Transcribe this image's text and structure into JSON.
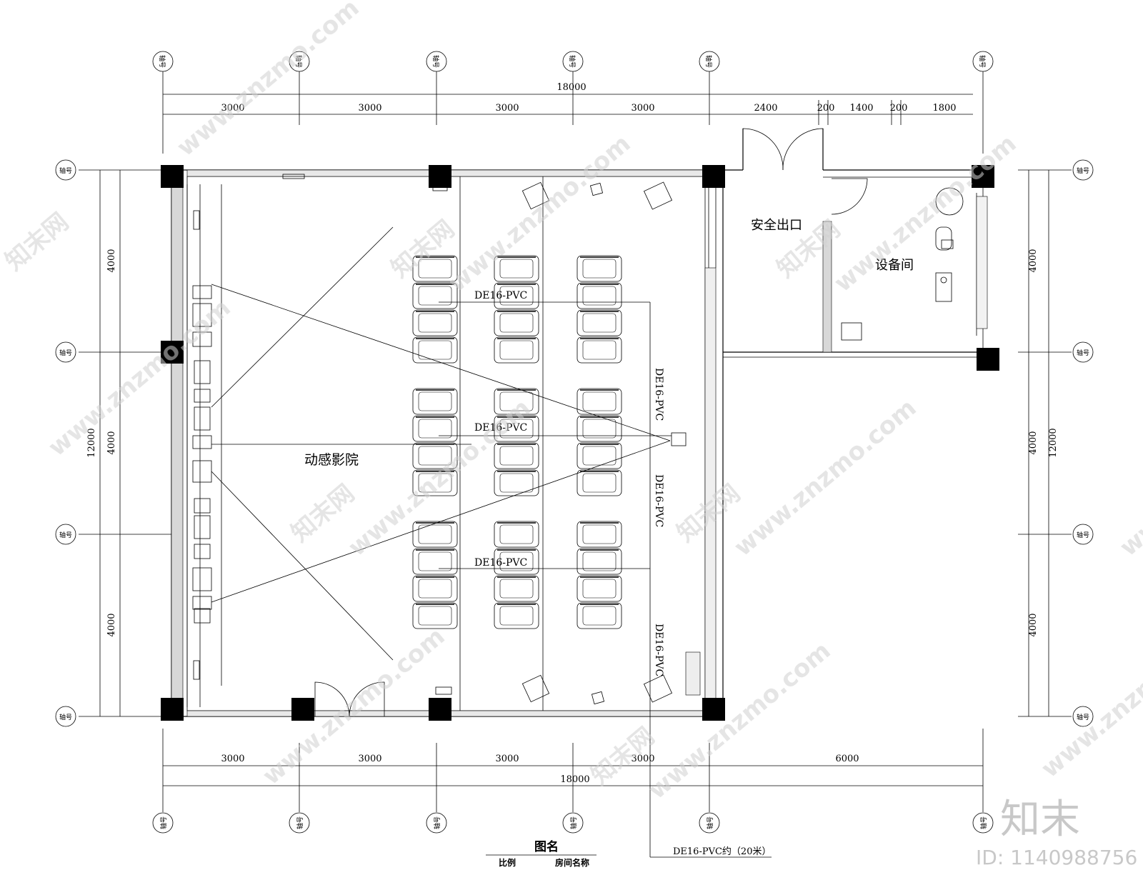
{
  "dimensions": {
    "top_total": "18000",
    "top_segments": [
      "3000",
      "3000",
      "3000",
      "3000",
      "2400",
      "200",
      "1400",
      "200",
      "1800"
    ],
    "bottom_segments": [
      "3000",
      "3000",
      "3000",
      "3000",
      "6000"
    ],
    "bottom_total": "18000",
    "left_segments": [
      "4000",
      "4000",
      "4000"
    ],
    "left_total": "12000",
    "right_segments": [
      "4000",
      "4000",
      "4000"
    ],
    "right_total": "12000"
  },
  "axis_labels": {
    "top": "轴号",
    "bottom": "轴号",
    "left": "轴号",
    "right": "轴号"
  },
  "rooms": {
    "cinema": "动感影院",
    "exit": "安全出口",
    "equipment": "设备间"
  },
  "conduits": {
    "row1": "DE16-PVC",
    "row2": "DE16-PVC",
    "row3": "DE16-PVC",
    "vertical1": "DE16-PVC",
    "vertical2": "DE16-PVC",
    "vertical3": "DE16-PVC",
    "external": "DE16-PVC约（20米）"
  },
  "title_block": {
    "name": "图名",
    "scale_label": "比例",
    "room_label": "房间名称"
  },
  "watermark": {
    "site": "www.znzmo.com",
    "brand": "知末网",
    "logo": "知末",
    "id": "ID: 1140988756"
  }
}
